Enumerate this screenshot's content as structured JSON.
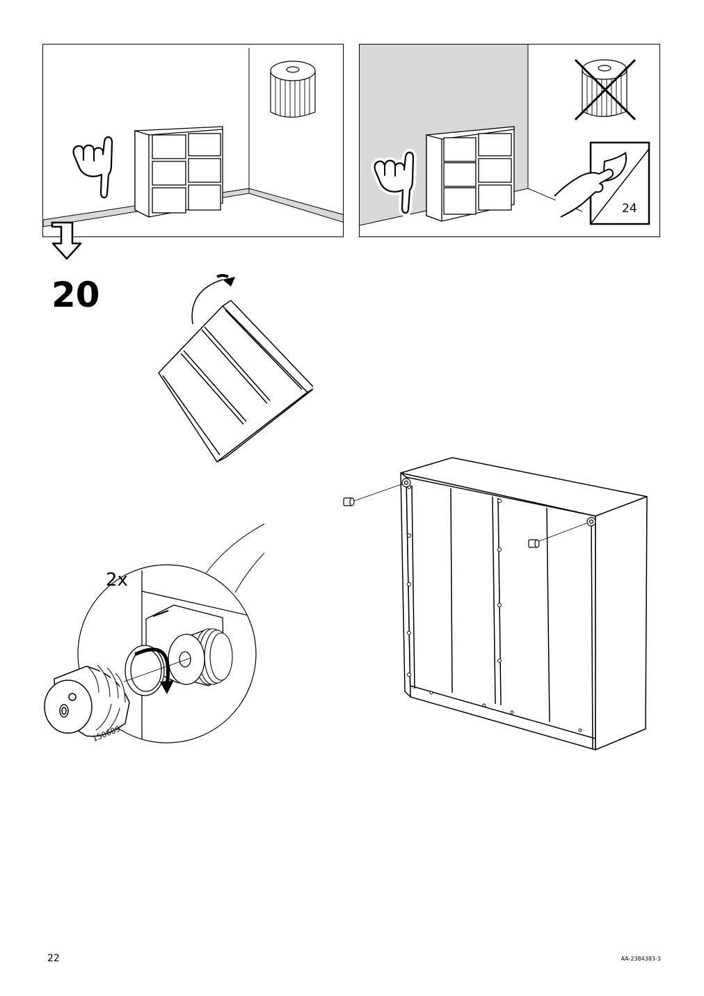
{
  "step": {
    "number": "20",
    "quantity": "2x",
    "part_number": "150689"
  },
  "reference_panel": {
    "page_ref": "24"
  },
  "footer": {
    "page_number": "22",
    "doc_code": "AA-2384383-3"
  },
  "icons": {
    "pointing_hand": "pointing-hand-icon",
    "crossed_out": "cross-out-icon",
    "page_turn": "page-turn-icon",
    "next_arrow": "down-arrow-icon",
    "rotate_arrow": "rotate-arrow-icon"
  }
}
